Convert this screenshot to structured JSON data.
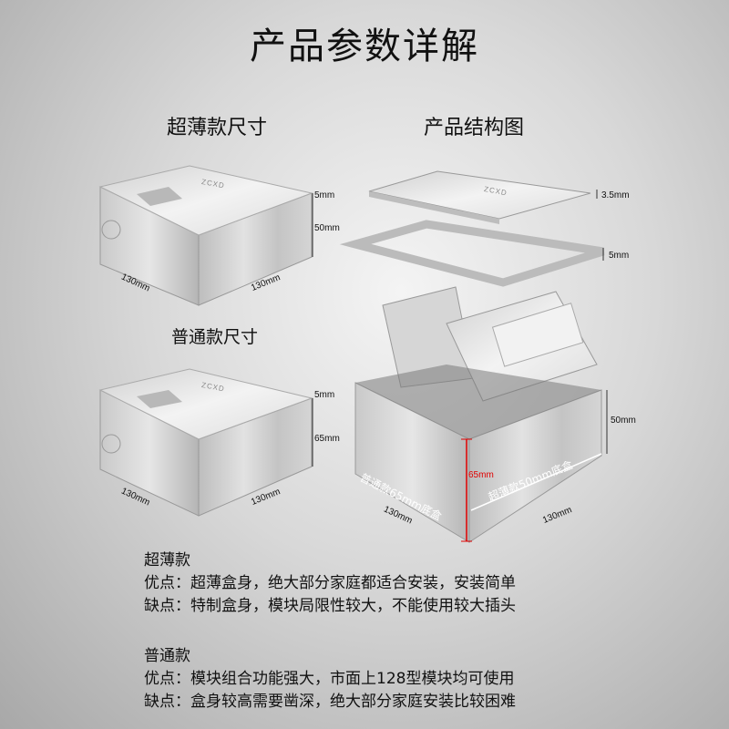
{
  "title": "产品参数详解",
  "ultra_thin_heading": "超薄款尺寸",
  "normal_heading": "普通款尺寸",
  "structure_heading": "产品结构图",
  "ultra_thin_dims": {
    "top": "5mm",
    "height": "50mm",
    "left": "130mm",
    "right": "130mm"
  },
  "normal_dims": {
    "top": "5mm",
    "height": "65mm",
    "left": "130mm",
    "right": "130mm"
  },
  "structure_dims": {
    "lid": "3.5mm",
    "frame": "5mm",
    "box": "50mm",
    "red_height": "65mm",
    "left": "130mm",
    "right": "130mm"
  },
  "box_labels": {
    "normal": "普通款65mm底盒",
    "ultra": "超薄款50mm底盒"
  },
  "brand_mark": "ZCXD",
  "colors": {
    "red_marker": "#e00000",
    "text": "#111111"
  },
  "notes": [
    {
      "name": "超薄款",
      "pros": "优点：超薄盒身，绝大部分家庭都适合安装，安装简单",
      "cons": "缺点：特制盒身，模块局限性较大，不能使用较大插头"
    },
    {
      "name": "普通款",
      "pros": "优点：模块组合功能强大，市面上128型模块均可使用",
      "cons": "缺点：盒身较高需要凿深，绝大部分家庭安装比较困难"
    }
  ]
}
